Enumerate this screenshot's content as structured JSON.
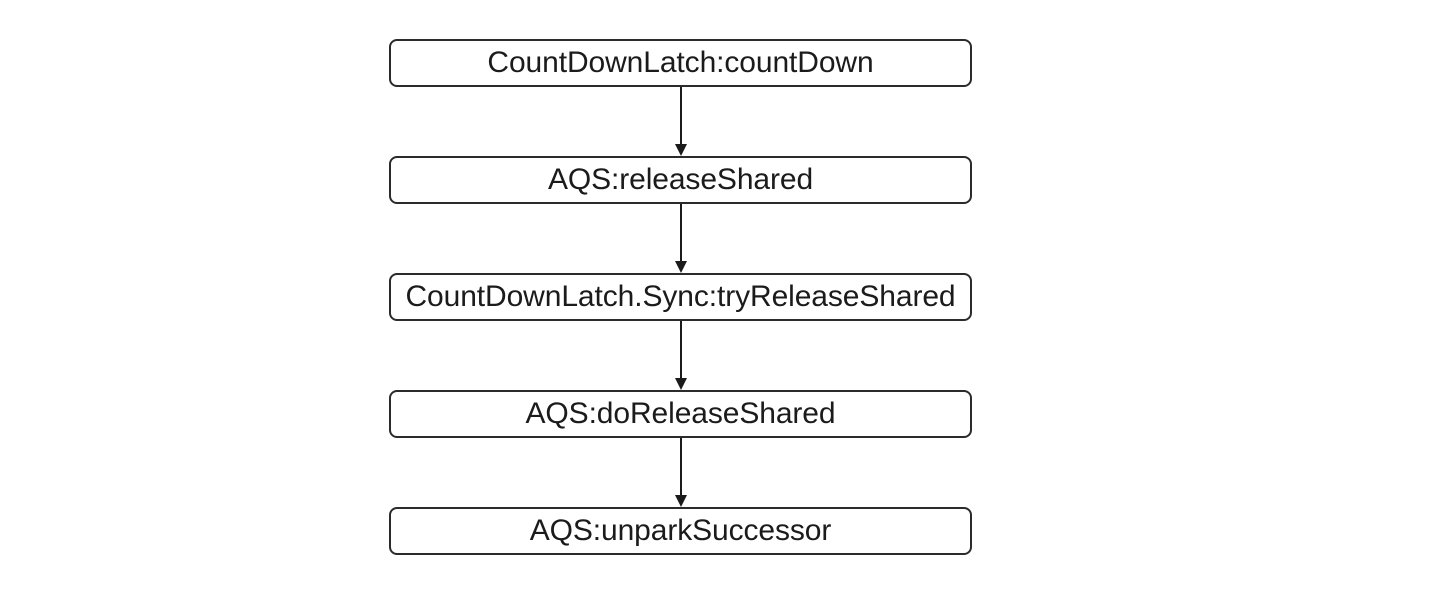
{
  "diagram": {
    "type": "flowchart",
    "orientation": "vertical-top-to-bottom",
    "background_color": "#ffffff",
    "node_border_color": "#2b2b2b",
    "node_fill_color": "#ffffff",
    "text_color": "#1b1b1b",
    "connector_color": "#1b1b1b",
    "nodes": [
      {
        "id": "node-1",
        "label": "CountDownLatch:countDown"
      },
      {
        "id": "node-2",
        "label": "AQS:releaseShared"
      },
      {
        "id": "node-3",
        "label": "CountDownLatch.Sync:tryReleaseShared"
      },
      {
        "id": "node-4",
        "label": "AQS:doReleaseShared"
      },
      {
        "id": "node-5",
        "label": "AQS:unparkSuccessor"
      }
    ],
    "edges": [
      {
        "id": "edge-1",
        "from": "node-1",
        "to": "node-2",
        "arrowhead": "solid-triangle"
      },
      {
        "id": "edge-2",
        "from": "node-2",
        "to": "node-3",
        "arrowhead": "solid-triangle"
      },
      {
        "id": "edge-3",
        "from": "node-3",
        "to": "node-4",
        "arrowhead": "solid-triangle"
      },
      {
        "id": "edge-4",
        "from": "node-4",
        "to": "node-5",
        "arrowhead": "solid-triangle"
      }
    ]
  }
}
